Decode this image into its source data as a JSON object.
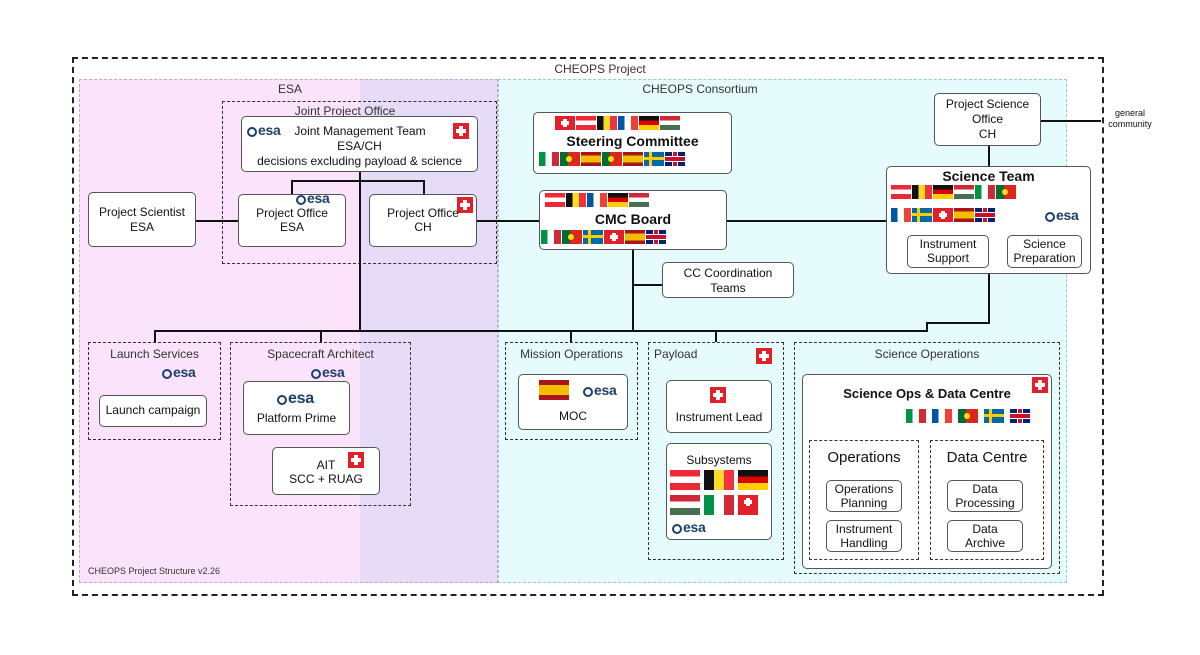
{
  "title": "CHEOPS Project",
  "regions": {
    "esa": "ESA",
    "consortium": "CHEOPS Consortium",
    "jpo": "Joint Project Office"
  },
  "jmt": {
    "title": "Joint Management Team",
    "line2": "ESA/CH",
    "line3": "decisions excluding payload & science"
  },
  "project_scientist": {
    "line1": "Project Scientist",
    "line2": "ESA"
  },
  "po_esa": {
    "line1": "Project Office",
    "line2": "ESA"
  },
  "po_ch": {
    "line1": "Project Office",
    "line2": "CH"
  },
  "steering": "Steering Committee",
  "cmc": "CMC Board",
  "cc": {
    "line1": "CC Coordination",
    "line2": "Teams"
  },
  "pso": {
    "line1": "Project Science",
    "line2": "Office",
    "line3": "CH"
  },
  "general": {
    "line1": "general",
    "line2": "community"
  },
  "science_team": {
    "title": "Science Team",
    "instrument_support": [
      "Instrument",
      "Support"
    ],
    "science_prep": [
      "Science",
      "Preparation"
    ]
  },
  "launch": {
    "title": "Launch Services",
    "campaign": "Launch campaign"
  },
  "spacecraft": {
    "title": "Spacecraft Architect",
    "platform": "Platform Prime",
    "ait1": "AIT",
    "ait2": "SCC + RUAG"
  },
  "mission_ops": {
    "title": "Mission Operations",
    "moc": "MOC"
  },
  "payload": {
    "title": "Payload",
    "instrument_lead": "Instrument Lead",
    "subsystems": "Subsystems"
  },
  "sci_ops": {
    "title": "Science Operations",
    "sodc": "Science Ops & Data Centre",
    "operations": "Operations",
    "data_centre": "Data Centre",
    "ops_planning": [
      "Operations",
      "Planning"
    ],
    "instr_handling": [
      "Instrument",
      "Handling"
    ],
    "data_processing": [
      "Data",
      "Processing"
    ],
    "data_archive": [
      "Data",
      "Archive"
    ]
  },
  "version": "CHEOPS Project Structure v2.26",
  "esa_logo": "esa",
  "icons": [
    "swiss-cross-icon",
    "esa-logo-icon",
    "flag-icons"
  ],
  "colors": {
    "esa_region": "#fbe3fb",
    "overlap_region": "#e6dcf7",
    "consortium_region": "#e6fbfb",
    "swiss_red": "#e3202a",
    "esa_blue": "#1d3f6b"
  }
}
